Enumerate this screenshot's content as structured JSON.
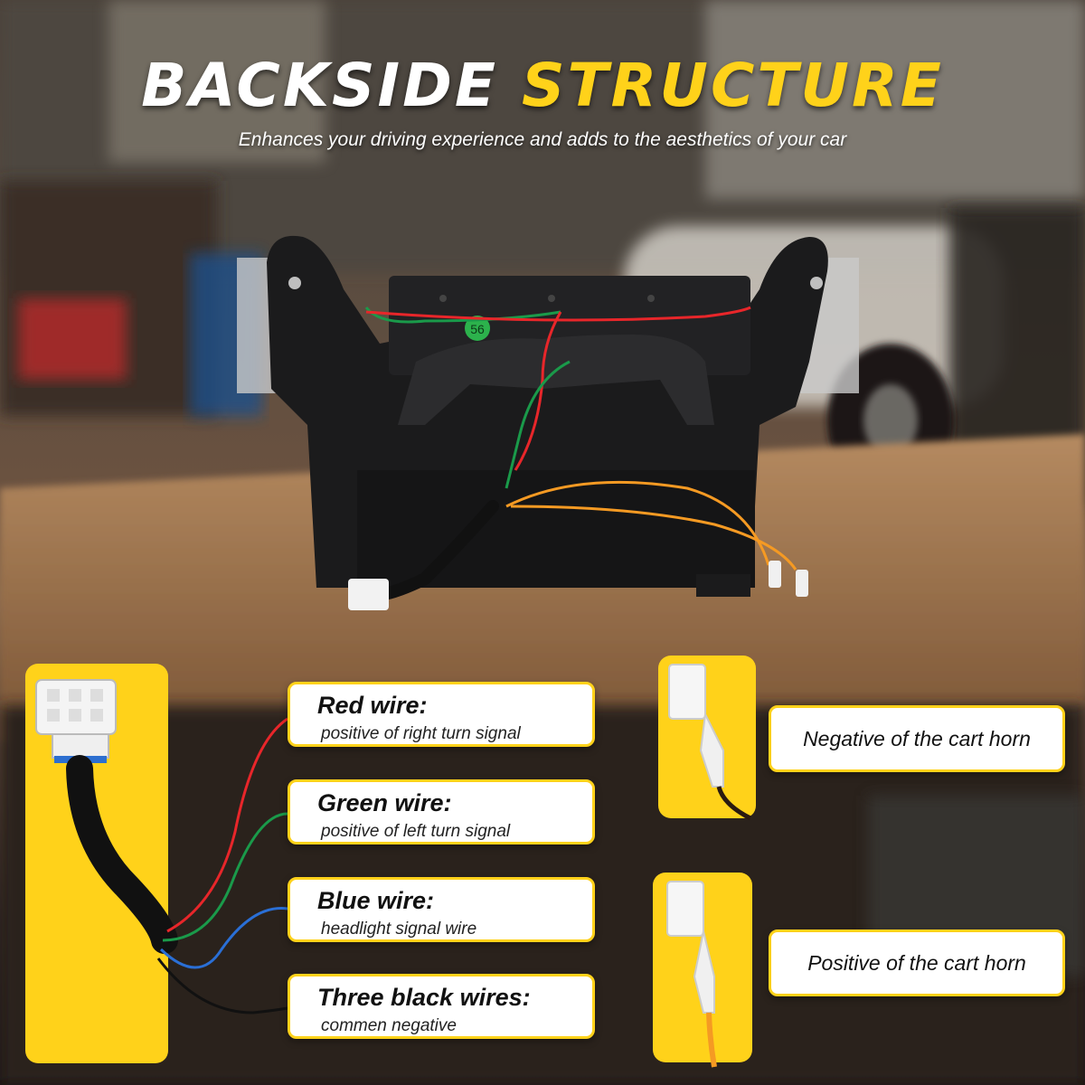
{
  "header": {
    "title_part1": "BACKSIDE",
    "title_part2": "STRUCTURE",
    "subtitle": "Enhances your driving experience and adds to the aesthetics of your car"
  },
  "wires": [
    {
      "title": "Red wire:",
      "description": "positive of right turn signal"
    },
    {
      "title": "Green wire:",
      "description": "positive of left turn signal"
    },
    {
      "title": "Blue wire:",
      "description": "headlight signal wire"
    },
    {
      "title": "Three black wires:",
      "description": "commen negative"
    }
  ],
  "horn": {
    "negative_label": "Negative of the cart horn",
    "positive_label": "Positive of the cart horn"
  },
  "colors": {
    "accent_yellow": "#ffd21a",
    "red_wire": "#e8262a",
    "green_wire": "#1a9a4a",
    "blue_wire": "#2a6fd6",
    "black_wire": "#111111",
    "orange_wire": "#f59a23"
  },
  "product_sticker": "56"
}
